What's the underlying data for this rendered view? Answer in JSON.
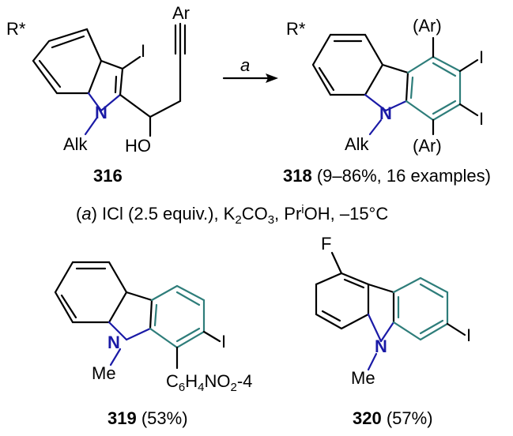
{
  "scheme": {
    "reactant": {
      "substituent": "R*",
      "iodo": "I",
      "aryl": "Ar",
      "nitrogen": "N",
      "n_group": "Alk",
      "hydroxyl": "HO",
      "number": "316"
    },
    "arrow_label": "a",
    "product": {
      "substituent": "R*",
      "aryl_top": "(Ar)",
      "iodo_1": "I",
      "iodo_2": "I",
      "aryl_bottom": "(Ar)",
      "nitrogen": "N",
      "n_group": "Alk",
      "number": "318",
      "yield_text": "(9–86%, 16 examples)"
    },
    "conditions": {
      "open_paren": "(",
      "label": "a",
      "close_paren": ")",
      "reagent": "ICl (2.5 equiv.), K",
      "k_sub": "2",
      "base_mid": "CO",
      "co_sub": "3",
      "solvent_pre": ", Pr",
      "solvent_sup": "i",
      "solvent_post": "OH, –15°C"
    }
  },
  "examples": [
    {
      "nitrogen": "N",
      "n_group": "Me",
      "iodo": "I",
      "aryl_c": "C",
      "aryl_c_sub": "6",
      "aryl_h": "H",
      "aryl_h_sub": "4",
      "aryl_no": "NO",
      "aryl_no_sub": "2",
      "aryl_pos": "-4",
      "number": "319",
      "yield_text": "(53%)"
    },
    {
      "fluoro": "F",
      "nitrogen": "N",
      "n_group": "Me",
      "iodo": "I",
      "number": "320",
      "yield_text": "(57%)"
    }
  ],
  "colors": {
    "bond": "#000000",
    "highlight_ring": "#2e7d7a",
    "nitrogen": "#1a1aa6"
  }
}
